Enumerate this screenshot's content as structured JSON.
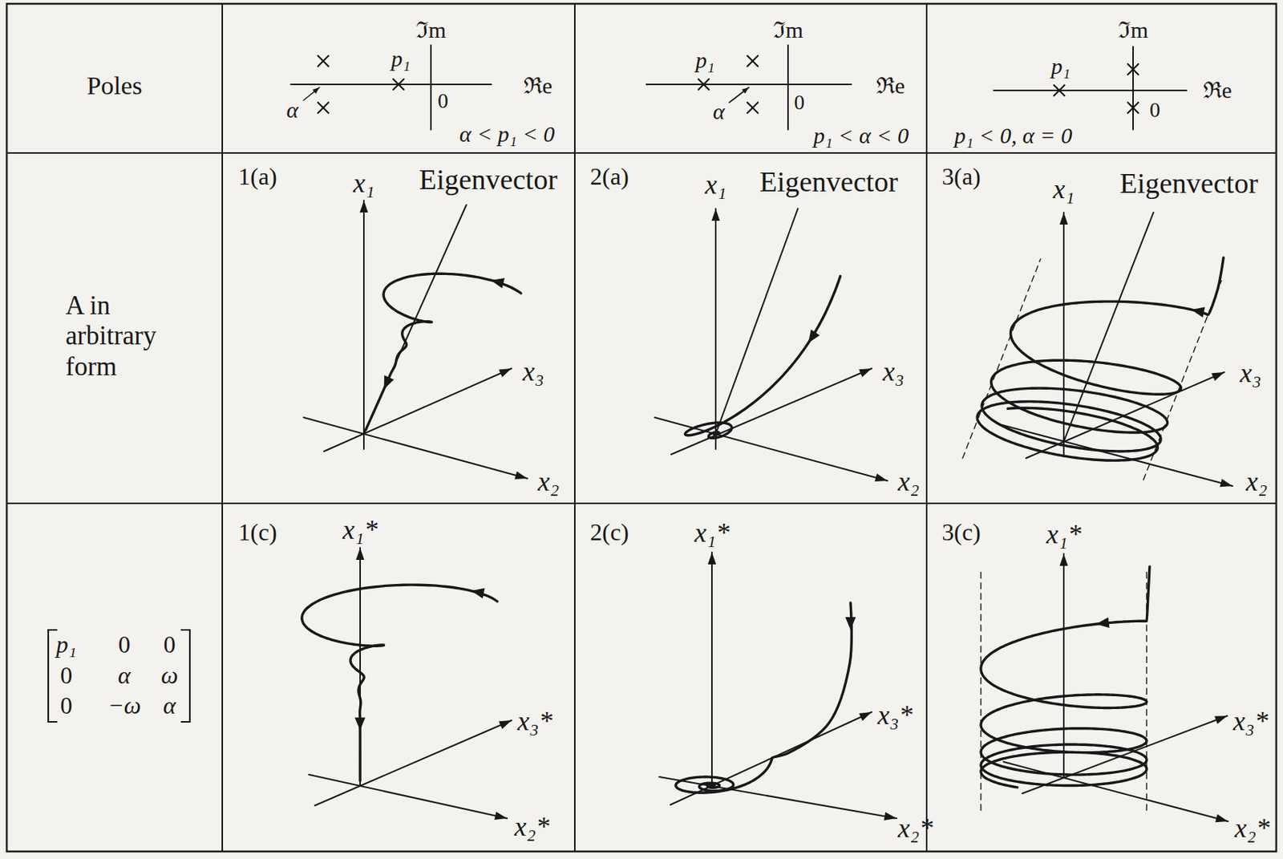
{
  "diagram": {
    "labels": [
      "Poles",
      "ℑm",
      "p₁",
      "α",
      "0",
      "ℜe",
      "α < p₁ < 0",
      "ℑm",
      "p₁",
      "α",
      "0",
      "ℜe",
      "p₁ < α < 0",
      "ℑm",
      "p₁",
      "0",
      "ℜe",
      "p₁ < 0, α = 0",
      "A in arbitrary form",
      "1(a)",
      "x₁",
      "Eigenvector",
      "x₃",
      "x₂",
      "2(a)",
      "x₁",
      "Eigenvector",
      "x₃",
      "x₂",
      "3(a)",
      "x₁",
      "Eigenvector",
      "x₃",
      "x₂",
      "p₁",
      "0",
      "0",
      "0",
      "α",
      "ω",
      "0",
      "−ω",
      "α",
      "1(c)",
      "x₁*",
      "x₃*",
      "x₂*",
      "2(c)",
      "x₁*",
      "x₃*",
      "x₂*",
      "3(c)",
      "x₁*",
      "x₃*",
      "x₂*"
    ]
  }
}
